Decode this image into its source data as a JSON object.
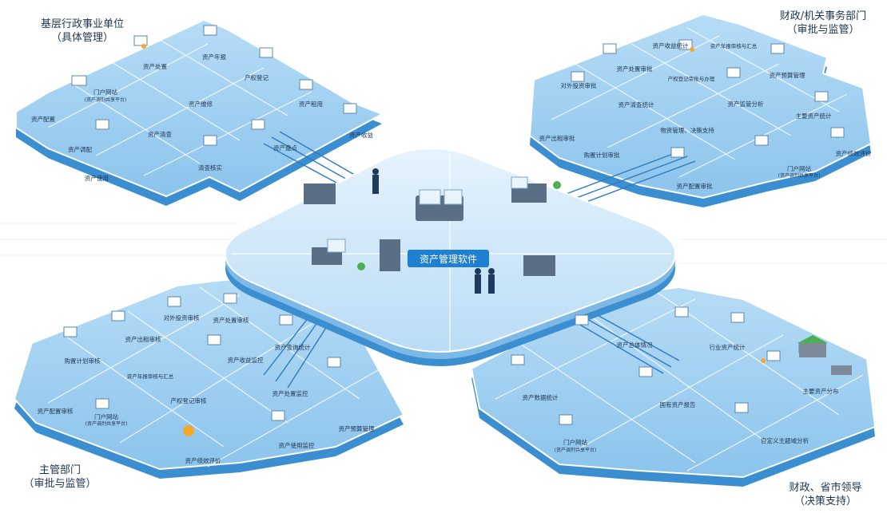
{
  "center": {
    "label": "资产管理软件"
  },
  "regions": {
    "top_left": {
      "title": "基层行政事业单位",
      "subtitle": "（具体管理）"
    },
    "top_right": {
      "title": "财政/机关事务部门",
      "subtitle": "（审批与监管）"
    },
    "bottom_left": {
      "title": "主管部门",
      "subtitle": "（审批与监管）"
    },
    "bottom_right": {
      "title": "财政、省市领导",
      "subtitle": "（决策支持）"
    }
  },
  "labels": {
    "tl": [
      "资产处置",
      "资产年报",
      "门户网站",
      "(资产调剂共享平台)",
      "资产维修",
      "产权登记",
      "资产配置",
      "资产租用",
      "资产清查",
      "资产收益",
      "资产调配",
      "资产盘点",
      "资产使用",
      "清查核实"
    ],
    "tr": [
      "资产收益统计",
      "资产年报审核与汇总",
      "对外投资审批",
      "资产处置审批",
      "产权登记审批与办理",
      "资产预算管理",
      "资产清查统计",
      "资产监管分析",
      "主要资产统计",
      "资产出租审批",
      "购置计划审批",
      "物资管理、决策支持",
      "门户网站",
      "(资产调剂共享平台)",
      "资产绩效评价",
      "资产配置审批"
    ],
    "bl": [
      "对外投资审核",
      "资产处置审核",
      "资产出租审核",
      "资产查询统计",
      "购置计划审核",
      "资产年报审核与汇总",
      "资产收益监控",
      "产权登记审核",
      "资产处置监控",
      "资产配置审核",
      "门户网站",
      "(资产调剂共享平台)",
      "资产预算管理",
      "资产使用监控",
      "资产绩效评价"
    ],
    "br": [
      "资产总体情况",
      "行业资产统计",
      "资产数据统计",
      "国有资产报告",
      "主要资产分布",
      "门户网站",
      "(资产调剂共享平台)",
      "自定义主题域分析"
    ]
  },
  "colors": {
    "tile_top": "#a7d3f2",
    "tile_edge": "#3b8fd1",
    "center_top": "#d3eafb",
    "badge": "#1f7fd1",
    "text": "#1e3550",
    "frame": "#2c7bbf"
  }
}
